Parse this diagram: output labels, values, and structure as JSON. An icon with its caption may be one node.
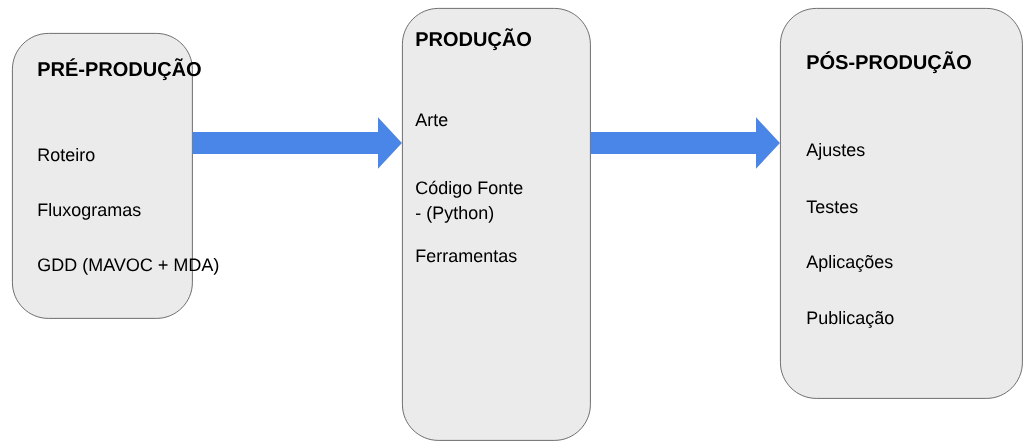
{
  "diagram": {
    "nodes": [
      {
        "text": [
          "PRÉ-PRODUÇÃO",
          "Roteiro",
          "Fluxogramas",
          "GDD (MAVOC + MDA)"
        ]
      },
      {
        "text": [
          "PRODUÇÃO",
          "Arte",
          "Código Fonte",
          "- (Python)",
          "Ferramentas"
        ]
      },
      {
        "text": [
          "PÓS-PRODUÇÃO",
          "Ajustes",
          "Testes",
          "Aplicações",
          "Publicação"
        ]
      }
    ],
    "edges": [
      {
        "from": 0,
        "to": 1,
        "arrow": "to"
      },
      {
        "from": 1,
        "to": 2,
        "arrow": "to"
      }
    ]
  }
}
